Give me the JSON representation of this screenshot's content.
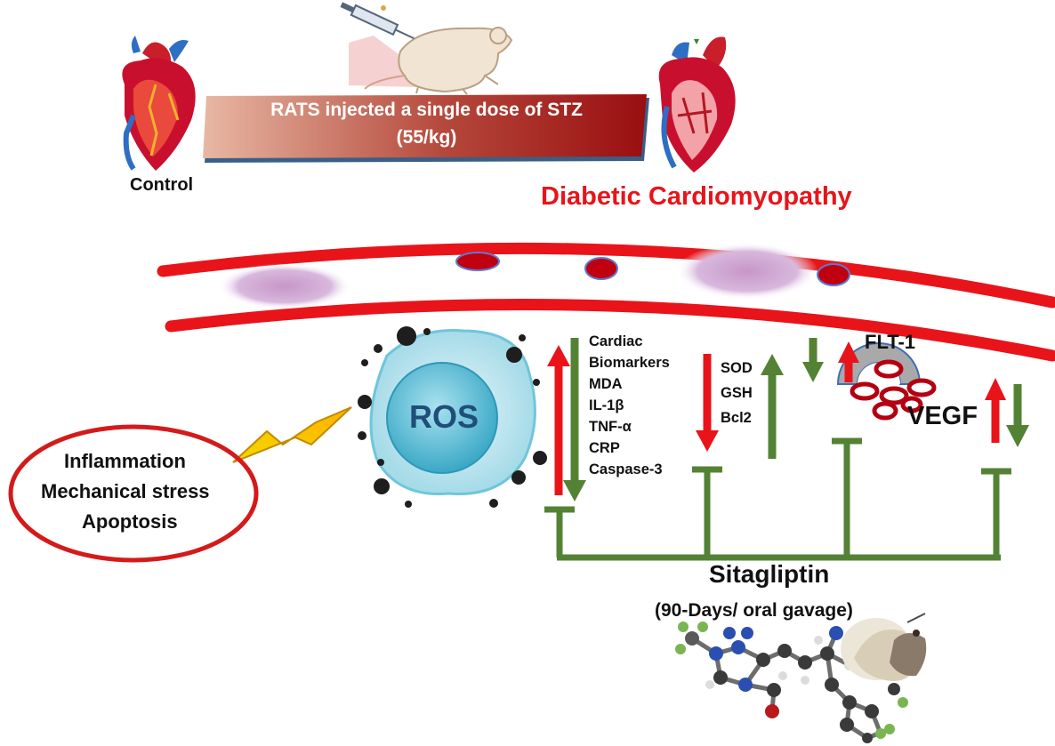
{
  "banner": {
    "line1": "RATS injected a single dose of STZ",
    "line2": "(55/kg)"
  },
  "labels": {
    "control": "Control",
    "diabetic": "Diabetic Cardiomyopathy",
    "ros": "ROS",
    "flt1": "FLT-1",
    "vegf": "VEGF",
    "drug": "Sitagliptin",
    "drug_regimen": "(90-Days/ oral gavage)"
  },
  "effects": [
    "Inflammation",
    "Mechanical stress",
    "Apoptosis"
  ],
  "markers_group1": [
    "Cardiac",
    "Biomarkers",
    "MDA",
    "IL-1β",
    "TNF-α",
    "CRP",
    "Caspase-3"
  ],
  "markers_group2": [
    "SOD",
    "GSH",
    "Bcl2"
  ],
  "colors": {
    "up_arrow": "#e8141a",
    "down_arrow": "#548235",
    "inhibition_line": "#548235",
    "vessel": "#e8141a",
    "title_red": "#e8141a",
    "cell_fill": "#b7e4ee",
    "nucleus_fill": "#5fc0d8",
    "ros_text": "#1f4e79"
  }
}
